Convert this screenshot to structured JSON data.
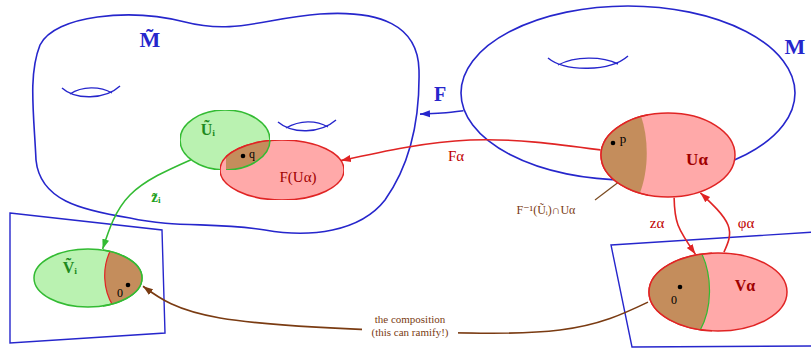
{
  "diagram": {
    "nodes": [
      {
        "text": [
          "M̃"
        ]
      },
      {
        "text": [
          "Ũᵢ"
        ],
        "in": 0
      },
      {
        "text": [
          "F(Uα)"
        ],
        "in": 0
      },
      {
        "text": [
          "q"
        ],
        "in": 2
      },
      {
        "text": [
          "M"
        ]
      },
      {
        "text": [
          "Uα"
        ],
        "in": 4
      },
      {
        "text": [
          "p"
        ],
        "in": 5
      },
      {
        "text": [
          "Ṽᵢ"
        ]
      },
      {
        "text": [
          "0"
        ],
        "in": 7
      },
      {
        "text": [
          "Vα"
        ]
      },
      {
        "text": [
          "0"
        ],
        "in": 9
      }
    ],
    "edges": [
      {
        "from": 4,
        "to": 0,
        "arrow": "to",
        "label": "F"
      },
      {
        "from": 5,
        "to": 2,
        "arrow": "to",
        "label": "Fα"
      },
      {
        "from": 5,
        "to": 9,
        "arrow": "to",
        "label": "zα"
      },
      {
        "from": 9,
        "to": 5,
        "arrow": "to",
        "label": "φα"
      },
      {
        "from": 1,
        "to": 7,
        "arrow": "to",
        "label": "z̃ᵢ"
      },
      {
        "from": 10,
        "to": 8,
        "arrow": "to",
        "label": "the composition (this can ramify!)"
      }
    ],
    "labels": [
      "F⁻¹(Ũᵢ)∩Uα"
    ]
  }
}
